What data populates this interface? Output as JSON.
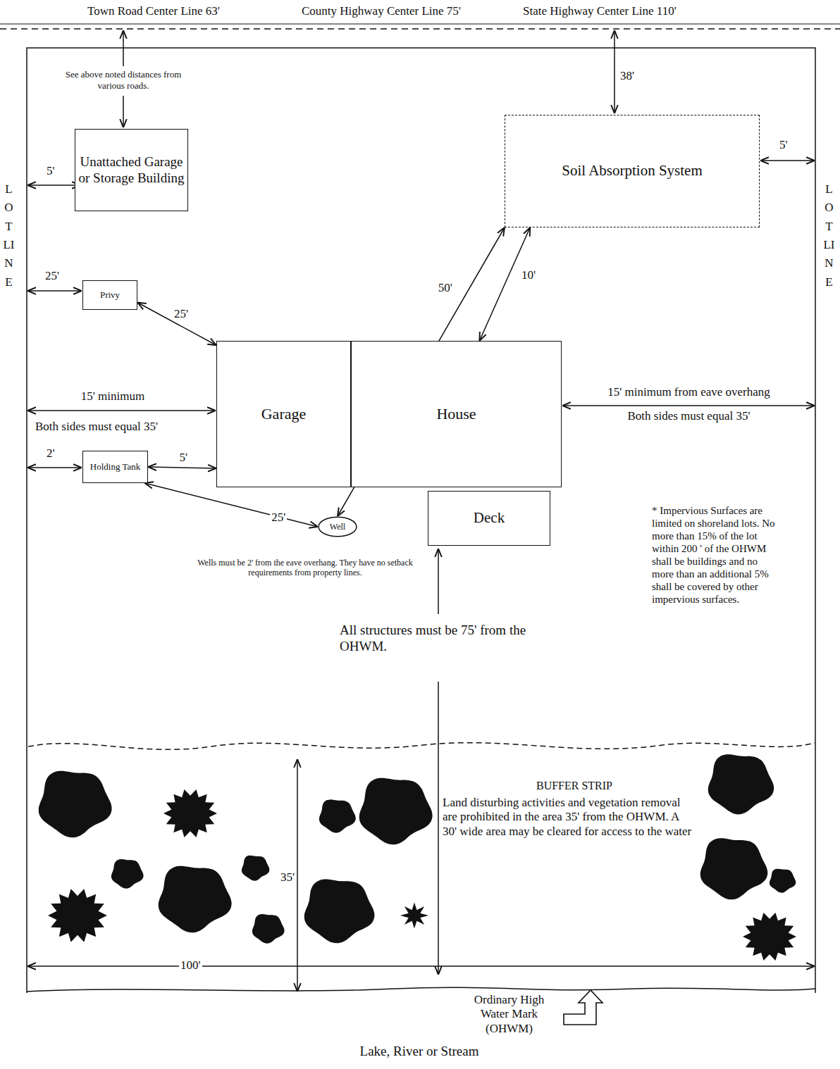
{
  "diagram": {
    "nodes": [
      {
        "text": [
          "Unattached Garage or Storage Building"
        ]
      },
      {
        "text": [
          "Soil Absorption System"
        ]
      },
      {
        "text": [
          "Privy"
        ]
      },
      {
        "text": [
          "Garage"
        ]
      },
      {
        "text": [
          "House"
        ]
      },
      {
        "text": [
          "Holding Tank"
        ]
      },
      {
        "text": [
          "Well"
        ]
      },
      {
        "text": [
          "Deck"
        ]
      }
    ],
    "edges": [
      {
        "from": 2,
        "to": 3,
        "arrow": "both",
        "label": "25'"
      },
      {
        "from": 5,
        "to": 3,
        "arrow": "both",
        "label": "5'"
      },
      {
        "from": 5,
        "to": 6,
        "arrow": "both",
        "label": "25'"
      },
      {
        "from": 6,
        "to": 1,
        "arrow": "both",
        "label": "50'"
      },
      {
        "from": 4,
        "to": 1,
        "arrow": "both",
        "label": "10'"
      }
    ],
    "labels": [
      "Town Road Center Line 63'",
      "County Highway Center Line 75'",
      "State Highway Center Line 110'",
      "See above noted distances from various roads.",
      "38'",
      "5'",
      "5'",
      "LOT LINE",
      "LOT LINE",
      "25'",
      "15' minimum",
      "Both sides must equal 35'",
      "15' minimum from eave overhang",
      "Both sides must equal 35'",
      "2'",
      "Wells must be 2' from the eave overhang. They have no setback requirements from property lines.",
      "All structures must be 75' from the OHWM.",
      "* Impervious Surfaces are limited on shoreland lots. No more than 15% of the lot within 200 ' of the OHWM shall be buildings and no more than an additional 5% shall be covered by other impervious surfaces.",
      "BUFFER STRIP",
      "Land disturbing activities and vegetation removal are prohibited in the area 35' from the OHWM. A 30' wide area may be cleared for access to the water",
      "35'",
      "100'",
      "Ordinary High Water Mark (OHWM)",
      "Lake, River or Stream"
    ]
  }
}
